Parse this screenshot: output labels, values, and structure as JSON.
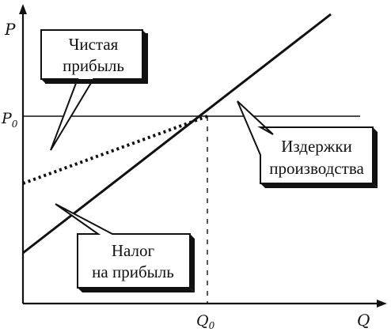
{
  "axes": {
    "y_label": "P",
    "x_label": "Q",
    "p0_label": "P",
    "p0_subscript": "0",
    "q0_label": "Q",
    "q0_subscript": "0"
  },
  "callouts": {
    "net_profit": {
      "line1": "Чистая",
      "line2": "прибыль"
    },
    "production_costs": {
      "line1": "Издержки",
      "line2": "производства"
    },
    "profit_tax": {
      "line1": "Налог",
      "line2": "на прибыль"
    }
  },
  "colors": {
    "ink": "#111111",
    "paper": "#ffffff"
  }
}
